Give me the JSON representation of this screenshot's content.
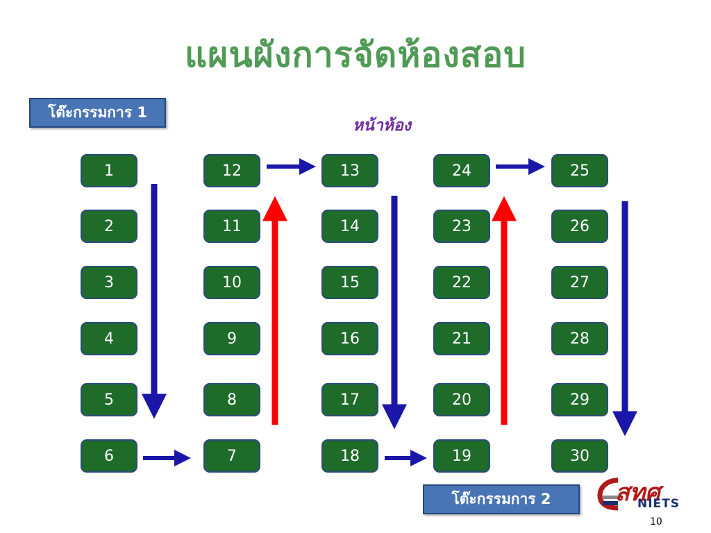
{
  "title": "แผนผังการจัดห้องสอบ",
  "front_label": "หน้าห้อง",
  "committee_1": "โต๊ะกรรมการ 1",
  "committee_2": "โต๊ะกรรมการ 2",
  "logo": {
    "top": "สทศ",
    "bottom": "NIETS"
  },
  "page_number": "10",
  "colors": {
    "seat": "#1e6b2a",
    "down_arrow": "#1a17a8",
    "up_arrow": "#ff0000",
    "title": "#4f9a55"
  },
  "seats": [
    {
      "label": "1",
      "col": 0,
      "row": 0
    },
    {
      "label": "2",
      "col": 0,
      "row": 1
    },
    {
      "label": "3",
      "col": 0,
      "row": 2
    },
    {
      "label": "4",
      "col": 0,
      "row": 3
    },
    {
      "label": "5",
      "col": 0,
      "row": 4
    },
    {
      "label": "6",
      "col": 0,
      "row": 5
    },
    {
      "label": "12",
      "col": 1,
      "row": 0
    },
    {
      "label": "11",
      "col": 1,
      "row": 1
    },
    {
      "label": "10",
      "col": 1,
      "row": 2
    },
    {
      "label": "9",
      "col": 1,
      "row": 3
    },
    {
      "label": "8",
      "col": 1,
      "row": 4
    },
    {
      "label": "7",
      "col": 1,
      "row": 5
    },
    {
      "label": "13",
      "col": 2,
      "row": 0
    },
    {
      "label": "14",
      "col": 2,
      "row": 1
    },
    {
      "label": "15",
      "col": 2,
      "row": 2
    },
    {
      "label": "16",
      "col": 2,
      "row": 3
    },
    {
      "label": "17",
      "col": 2,
      "row": 4
    },
    {
      "label": "18",
      "col": 2,
      "row": 5
    },
    {
      "label": "24",
      "col": 3,
      "row": 0
    },
    {
      "label": "23",
      "col": 3,
      "row": 1
    },
    {
      "label": "22",
      "col": 3,
      "row": 2
    },
    {
      "label": "21",
      "col": 3,
      "row": 3
    },
    {
      "label": "20",
      "col": 3,
      "row": 4
    },
    {
      "label": "19",
      "col": 3,
      "row": 5
    },
    {
      "label": "25",
      "col": 4,
      "row": 0
    },
    {
      "label": "26",
      "col": 4,
      "row": 1
    },
    {
      "label": "27",
      "col": 4,
      "row": 2
    },
    {
      "label": "28",
      "col": 4,
      "row": 3
    },
    {
      "label": "29",
      "col": 4,
      "row": 4
    },
    {
      "label": "30",
      "col": 4,
      "row": 5
    }
  ]
}
